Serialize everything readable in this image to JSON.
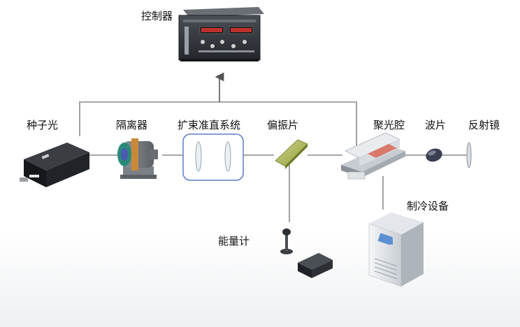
{
  "labels": {
    "controller": "控制器",
    "seed_light": "种子光",
    "isolator": "隔离器",
    "beam_expander": "扩束准直系统",
    "polarizer": "偏振片",
    "pump_chamber": "聚光腔",
    "wave_plate": "波片",
    "mirror": "反射镜",
    "cooling_unit": "制冷设备",
    "energy_meter": "能量计"
  },
  "colors": {
    "line": "#8a8a8a",
    "arrow": "#555555",
    "expander_box": "#5b7fc4"
  }
}
